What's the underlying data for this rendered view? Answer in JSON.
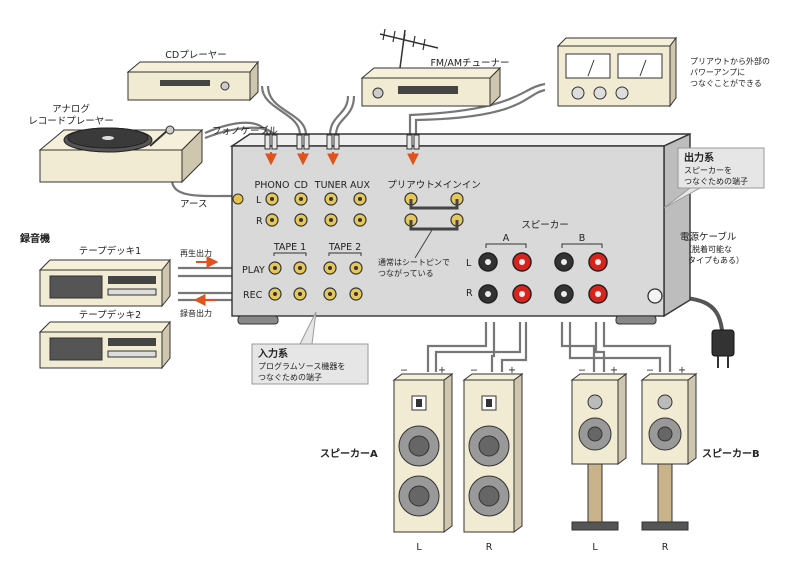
{
  "devices": {
    "cd_player": "CDプレーヤー",
    "tuner": "FM/AMチューナー",
    "analog_player": [
      "アナログ",
      "レコードプレーヤー"
    ],
    "phono_cable": "フォノケーブル",
    "earth": "アース",
    "recorder_group": "録音機",
    "tape_deck_1": "テープデッキ1",
    "tape_deck_2": "テープデッキ2",
    "play_out": "再生出力",
    "rec_out": "録音出力",
    "power_amp_note": [
      "プリアウトから外部の",
      "パワーアンプに",
      "つなぐことができる"
    ],
    "power_cable": [
      "電源ケーブル",
      "（脱着可能な",
      "タイプもある）"
    ]
  },
  "amp_panel": {
    "inputs": [
      "PHONO",
      "CD",
      "TUNER",
      "AUX"
    ],
    "ch_l": "L",
    "ch_r": "R",
    "tape": [
      "TAPE 1",
      "TAPE 2"
    ],
    "play": "PLAY",
    "rec": "REC",
    "preout": "プリアウト",
    "mainin": "メインイン",
    "jumper_note": [
      "通常はシートピンで",
      "つながっている"
    ],
    "speaker_title": "スピーカー",
    "speaker_a": "A",
    "speaker_b": "B"
  },
  "callouts": {
    "output_title": "出力系",
    "output_text": [
      "スピーカーを",
      "つなぐための端子"
    ],
    "input_title": "入力系",
    "input_text": [
      "プログラムソース機器を",
      "つなぐための端子"
    ]
  },
  "speakers": {
    "minus": "−",
    "plus": "+",
    "label_a": "スピーカーA",
    "label_b": "スピーカーB",
    "channels": [
      "L",
      "R",
      "L",
      "R"
    ]
  },
  "colors": {
    "amp_body": "#d9d9d9",
    "cream": "#f2ebd3",
    "terminal_red": "#d9231c",
    "terminal_black": "#333333",
    "arrow": "#e0531f",
    "callout_bg": "#e6e6e6"
  }
}
